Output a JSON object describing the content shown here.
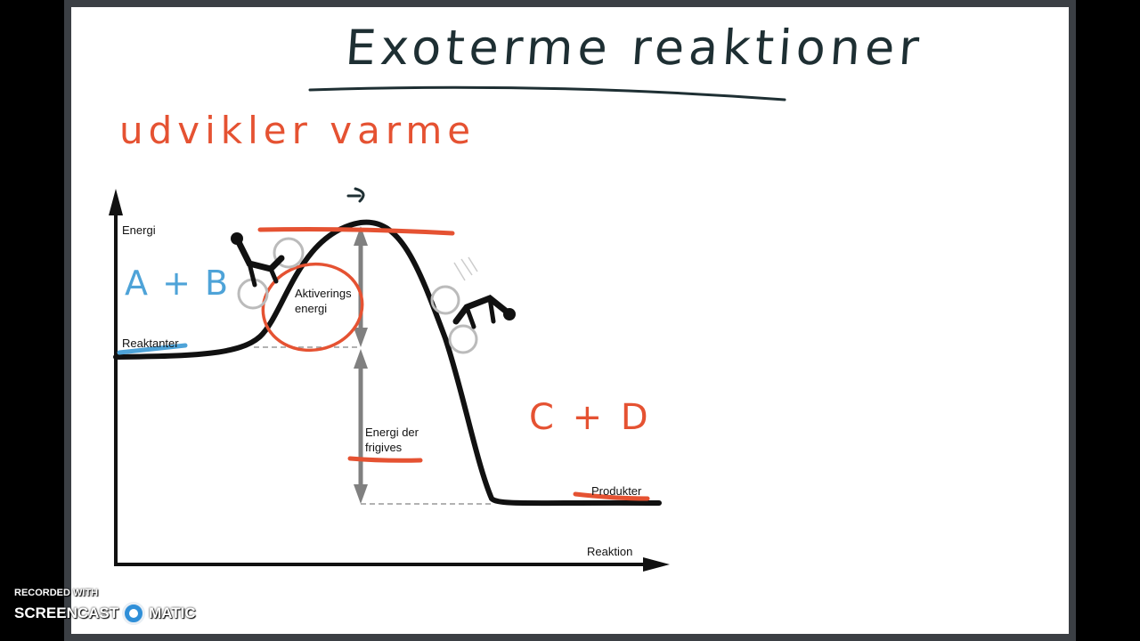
{
  "title": "Exoterme reaktioner",
  "subtitle": "udvikler varme",
  "annotations": {
    "reactants_formula": "A + B",
    "products_formula": "C + D"
  },
  "diagram": {
    "y_axis_label": "Energi",
    "x_axis_label": "Reaktion",
    "reactants_label": "Reaktanter",
    "products_label": "Produkter",
    "activation_label": "Aktiverings energi",
    "released_label": "Energi der frigives"
  },
  "colors": {
    "ink_dark": "#1e2f33",
    "ink_orange": "#e55232",
    "ink_blue": "#4ea3d8",
    "curve": "#111111",
    "arrow_grey": "#808080"
  },
  "watermark": {
    "line1": "RECORDED WITH",
    "brand_left": "SCREENCAST",
    "brand_right": "MATIC"
  }
}
